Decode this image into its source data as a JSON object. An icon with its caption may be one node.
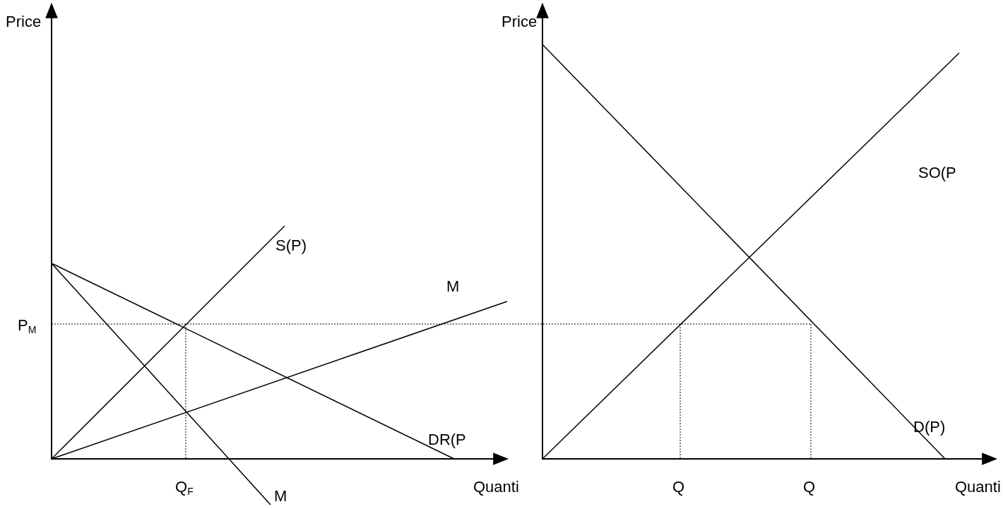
{
  "diagram": {
    "labels": [
      "Price",
      "Price",
      "SO(P",
      "S(P)",
      "M",
      "P$_{M}$",
      "D(P)",
      "DR(P",
      "Q$_{F}$",
      "Quanti",
      "Q",
      "Q",
      "Quanti",
      "M"
    ]
  }
}
